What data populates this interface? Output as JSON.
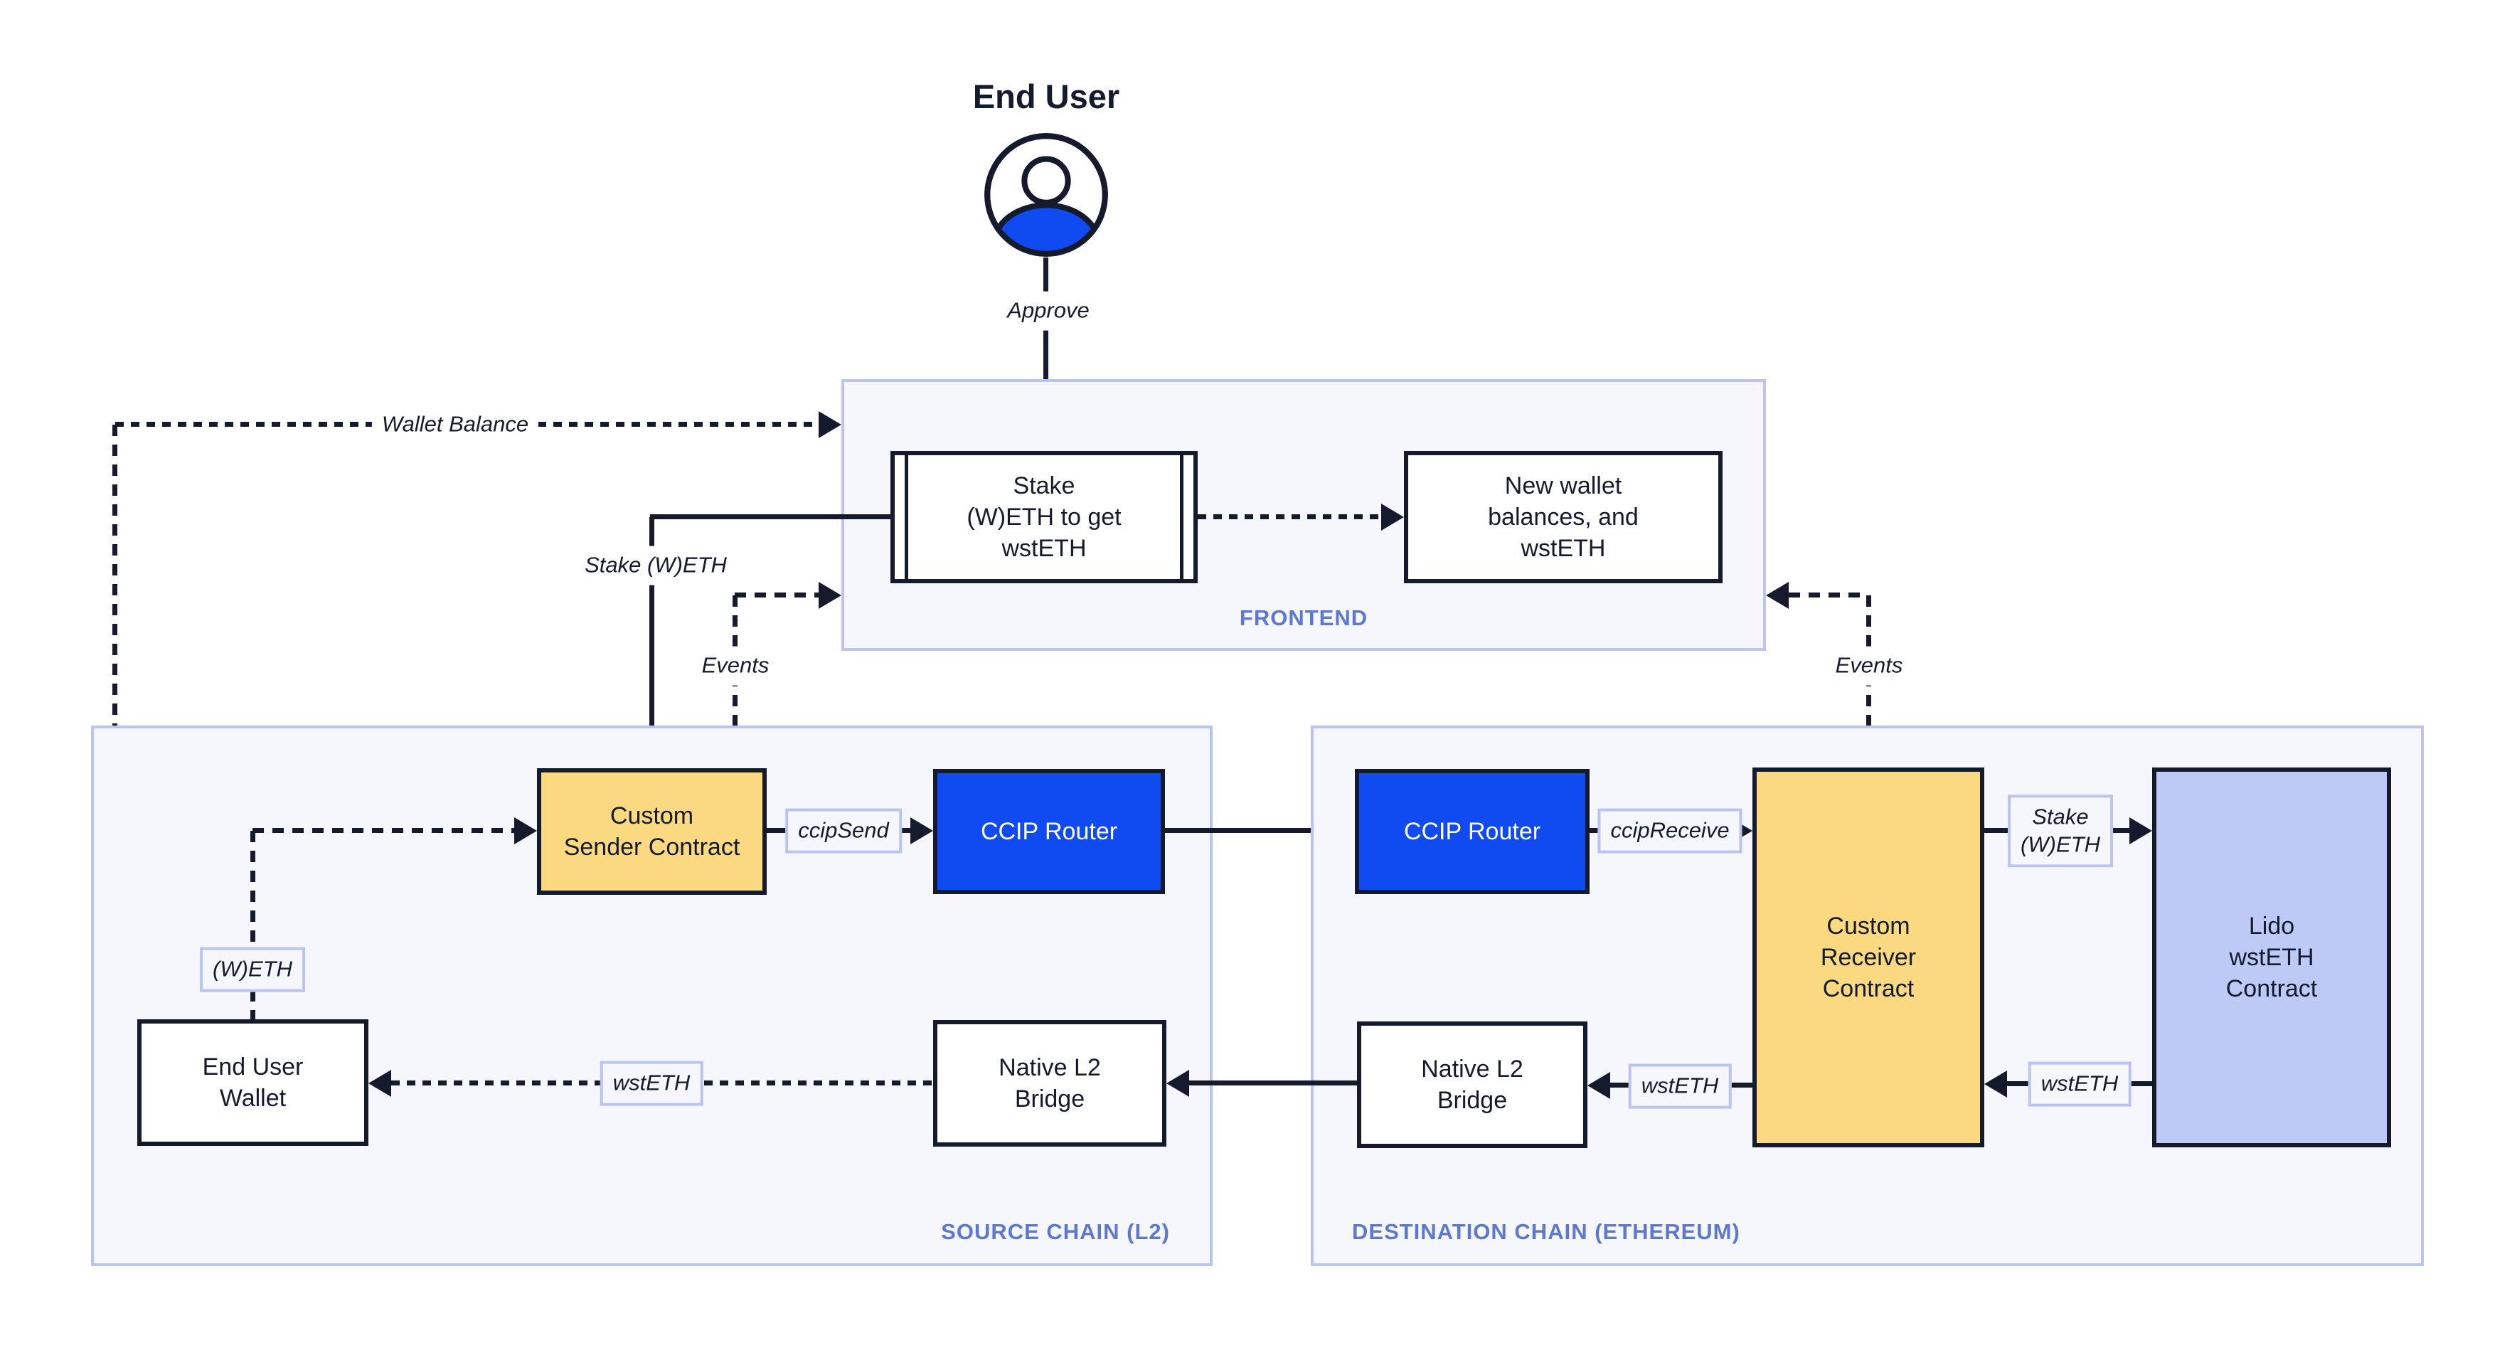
{
  "actor": {
    "name": "End User",
    "approve": "Approve"
  },
  "frontend": {
    "label": "FRONTEND",
    "stake_box": "Stake\n(W)ETH to get\nwstETH",
    "result_box": "New wallet\nbalances, and\nwstETH"
  },
  "source": {
    "label": "SOURCE CHAIN (L2)",
    "sender": "Custom\nSender Contract",
    "router": "CCIP Router",
    "wallet": "End User\nWallet",
    "bridge": "Native L2\nBridge"
  },
  "dest": {
    "label": "DESTINATION CHAIN (ETHEREUM)",
    "router": "CCIP Router",
    "receiver": "Custom\nReceiver\nContract",
    "lido": "Lido\nwstETH\nContract",
    "bridge": "Native L2\nBridge"
  },
  "edges": {
    "wallet_balance": "Wallet Balance",
    "stake_weth": "Stake (W)ETH",
    "stake_weth_multiline": "Stake\n(W)ETH",
    "events": "Events",
    "ccip_send": "ccipSend",
    "ccip_receive": "ccipReceive",
    "wsteth": "wstETH",
    "weth": "(W)ETH"
  },
  "colors": {
    "ink": "#141B2D",
    "blue": "#0F4BF0",
    "yellow": "#FAD980",
    "lavender": "#BDCAF5",
    "zone_fill": "#F5F7FC",
    "zone_border": "#B9C5EF",
    "zone_label": "#5C78D1",
    "white": "#FFFFFF"
  }
}
